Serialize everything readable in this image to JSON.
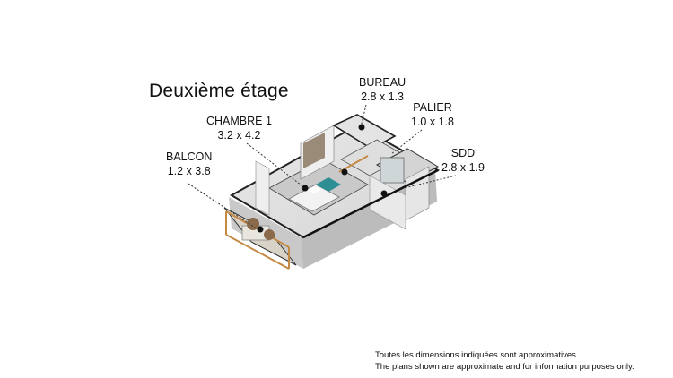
{
  "plan": {
    "title": "Deuxième étage",
    "rooms": [
      {
        "id": "bureau",
        "name": "BUREAU",
        "dims": "2.8 x 1.3"
      },
      {
        "id": "palier",
        "name": "PALIER",
        "dims": "1.0 x 1.8"
      },
      {
        "id": "chambre1",
        "name": "CHAMBRE 1",
        "dims": "3.2 x 4.2"
      },
      {
        "id": "sdd",
        "name": "SDD",
        "dims": "2.8 x 1.9"
      },
      {
        "id": "balcon",
        "name": "BALCON",
        "dims": "1.2 x 3.8"
      }
    ],
    "disclaimer": {
      "fr": "Toutes les dimensions indiquées sont approximatives.",
      "en": "The plans shown are approximate and for information purposes only."
    }
  }
}
